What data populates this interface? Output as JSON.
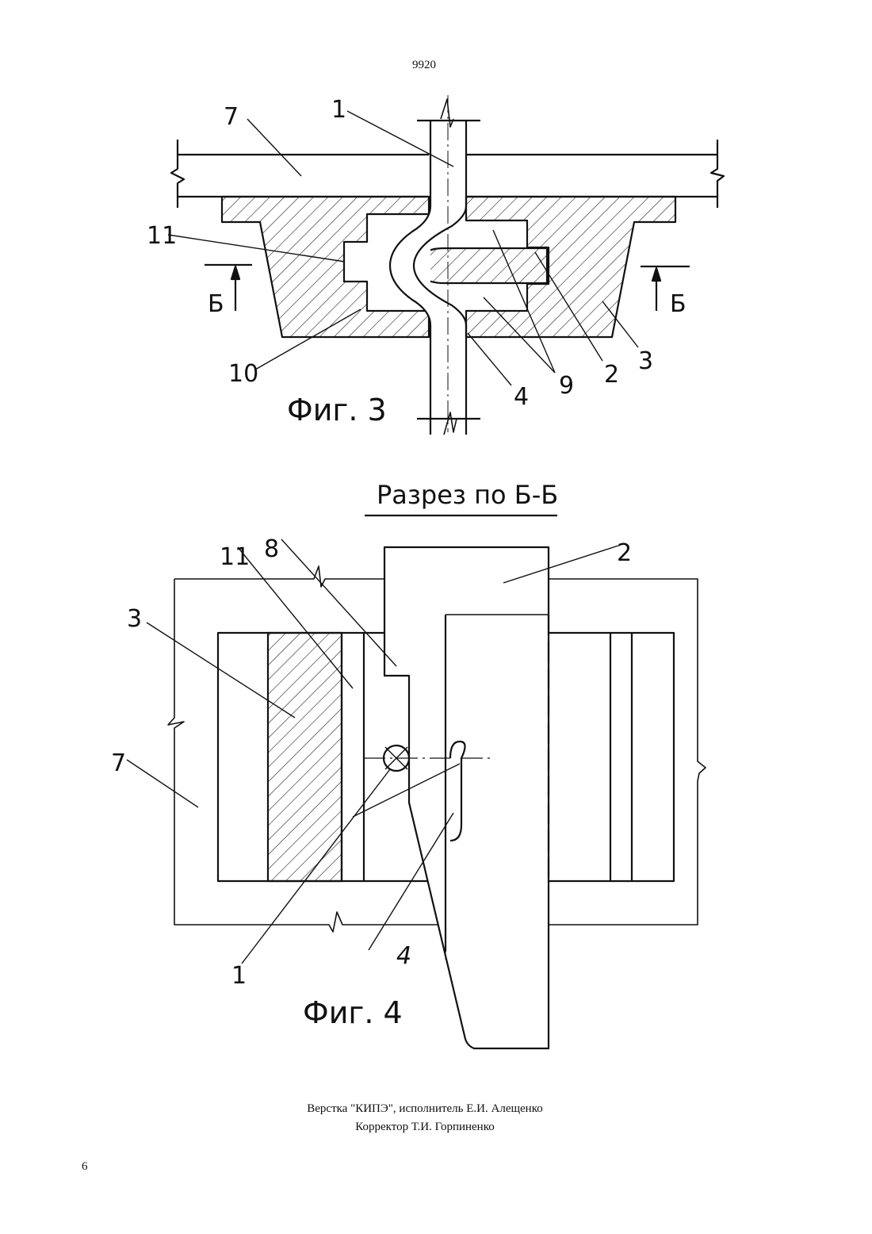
{
  "header": {
    "patent_number": "9920"
  },
  "figure3": {
    "caption": "Фиг. 3",
    "section_marks": {
      "left": "Б",
      "right": "Б"
    },
    "callouts": [
      {
        "id": "c3-7",
        "text": "7"
      },
      {
        "id": "c3-1",
        "text": "1"
      },
      {
        "id": "c3-11",
        "text": "11"
      },
      {
        "id": "c3-10",
        "text": "10"
      },
      {
        "id": "c3-4",
        "text": "4"
      },
      {
        "id": "c3-9",
        "text": "9"
      },
      {
        "id": "c3-2",
        "text": "2"
      },
      {
        "id": "c3-3",
        "text": "3"
      }
    ]
  },
  "section_title": "Разрез по Б-Б",
  "figure4": {
    "caption": "Фиг. 4",
    "callouts": [
      {
        "id": "c4-11",
        "text": "11"
      },
      {
        "id": "c4-8",
        "text": "8"
      },
      {
        "id": "c4-2",
        "text": "2"
      },
      {
        "id": "c4-3",
        "text": "3"
      },
      {
        "id": "c4-7",
        "text": "7"
      },
      {
        "id": "c4-1",
        "text": "1"
      },
      {
        "id": "c4-4",
        "text": "4"
      }
    ]
  },
  "footer": {
    "line1": "Верстка \"КИПЭ\", исполнитель Е.И. Алещенко",
    "line2": "Корректор Т.И. Горпиненко"
  },
  "page_number": "6"
}
